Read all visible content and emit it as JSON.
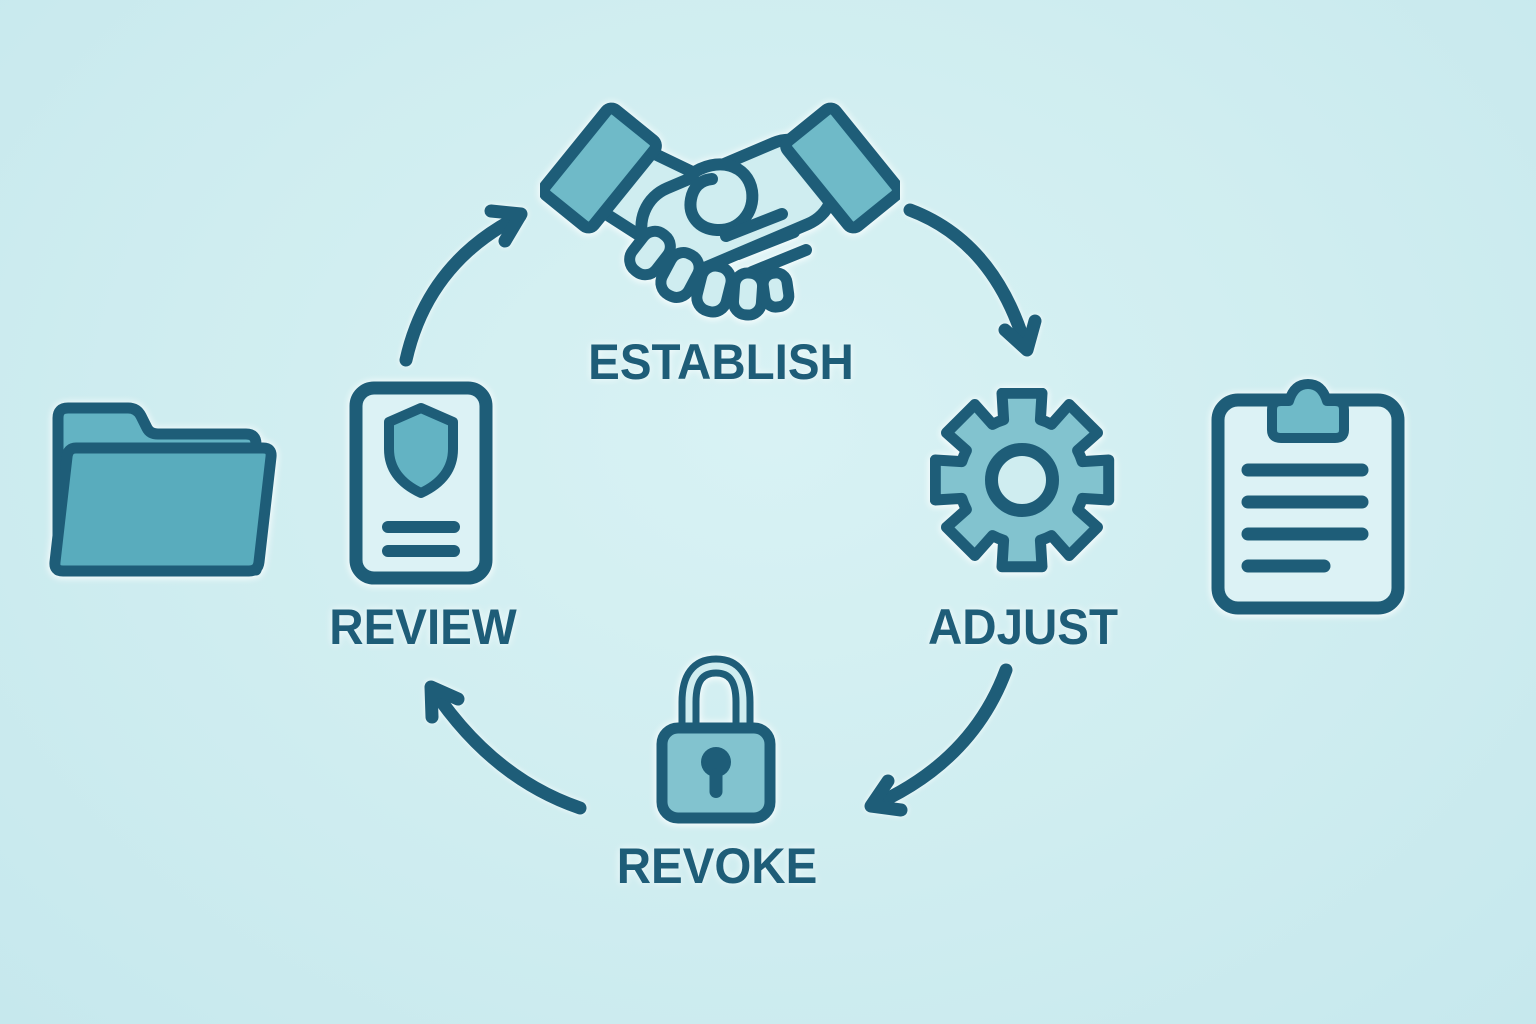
{
  "diagram": {
    "type": "cycle-infographic",
    "steps": [
      {
        "id": "establish",
        "label": "ESTABLISH",
        "icon": "handshake-icon",
        "position": "top"
      },
      {
        "id": "adjust",
        "label": "ADJUST",
        "icon": "gear-icon",
        "position": "right"
      },
      {
        "id": "revoke",
        "label": "REVOKE",
        "icon": "lock-icon",
        "position": "bottom"
      },
      {
        "id": "review",
        "label": "REVIEW",
        "icon": "id-badge-icon",
        "position": "left"
      }
    ],
    "arrows": [
      {
        "from": "REVIEW",
        "to": "ESTABLISH"
      },
      {
        "from": "ESTABLISH",
        "to": "ADJUST"
      },
      {
        "from": "ADJUST",
        "to": "REVOKE"
      },
      {
        "from": "REVOKE",
        "to": "REVIEW"
      }
    ],
    "side_icons": [
      {
        "icon": "folder-icon",
        "position": "far-left"
      },
      {
        "icon": "clipboard-icon",
        "position": "far-right"
      }
    ]
  },
  "colors": {
    "bg": "#cfedf0",
    "ink": "#1e5d78",
    "teal": "#63b3c3",
    "teal-dk": "#59acbd",
    "teal-lt": "#82c3cf",
    "cuff": "#6fbac8",
    "panel": "#dcf2f5"
  }
}
